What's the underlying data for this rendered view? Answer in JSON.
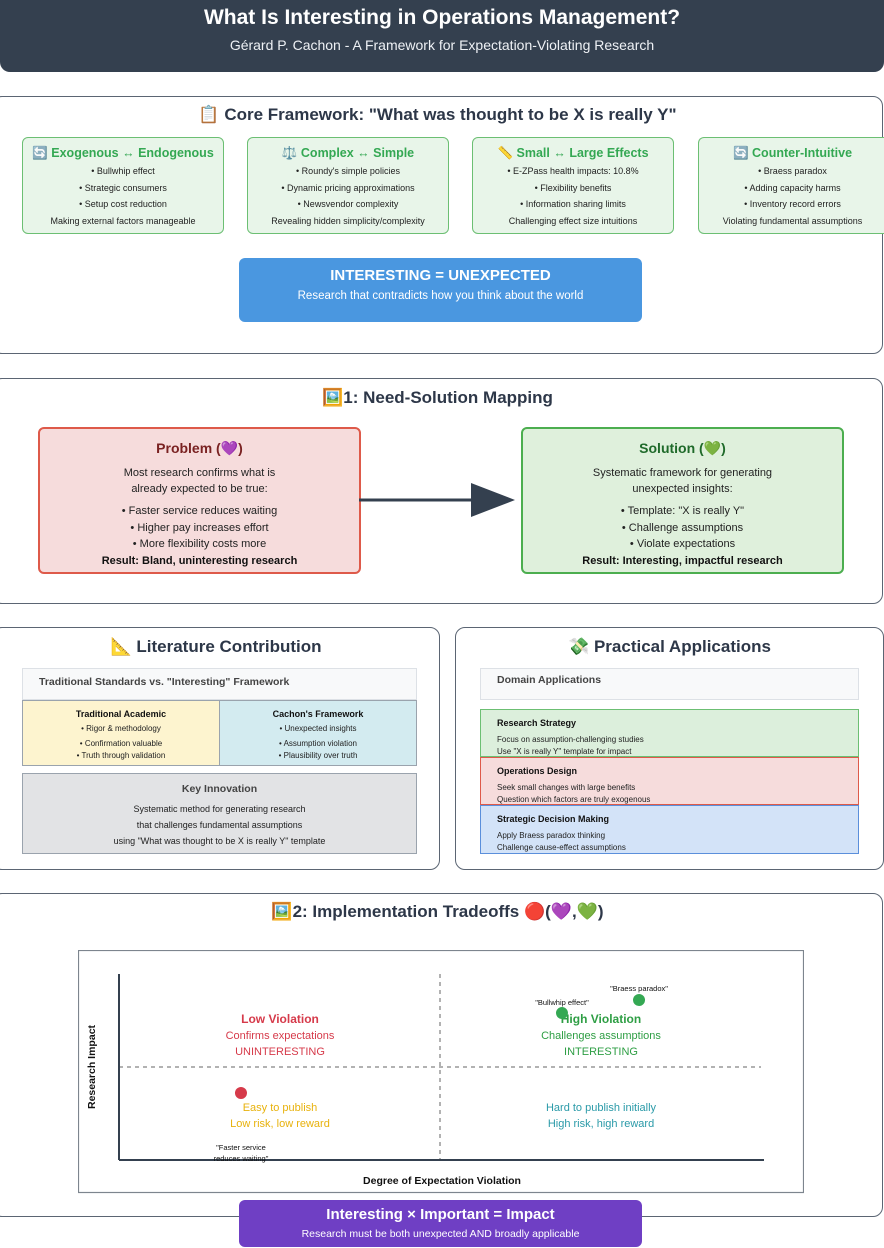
{
  "header": {
    "title": "What Is Interesting in Operations Management?",
    "subtitle": "Gérard P. Cachon - A Framework for Expectation-Violating Research"
  },
  "core": {
    "icon": "📋",
    "title": "Core Framework: \"What was thought to be X is really Y\"",
    "cards": [
      {
        "icon": "🔄",
        "title": "Exogenous ↔ Endogenous",
        "items": [
          "• Bullwhip effect",
          "• Strategic consumers",
          "• Setup cost reduction"
        ],
        "summary": "Making external factors manageable"
      },
      {
        "icon": "⚖️",
        "title": "Complex ↔ Simple",
        "items": [
          "• Roundy's simple policies",
          "• Dynamic pricing approximations",
          "• Newsvendor complexity"
        ],
        "summary": "Revealing hidden simplicity/complexity"
      },
      {
        "icon": "📏",
        "title": "Small ↔ Large Effects",
        "items": [
          "• E-ZPass health impacts: 10.8%",
          "• Flexibility benefits",
          "• Information sharing limits"
        ],
        "summary": "Challenging effect size intuitions"
      },
      {
        "icon": "🔄",
        "title": "Counter-Intuitive",
        "items": [
          "• Braess paradox",
          "• Adding capacity harms",
          "• Inventory record errors"
        ],
        "summary": "Violating fundamental assumptions"
      }
    ],
    "banner": {
      "title": "INTERESTING = UNEXPECTED",
      "subtitle": "Research that contradicts how you think about the world"
    }
  },
  "mapping": {
    "icon": "🖼️",
    "title": "1: Need-Solution Mapping",
    "problem": {
      "title": "Problem (",
      "icon": "💜",
      "close": ")",
      "intro1": "Most research confirms what is",
      "intro2": "already expected to be true:",
      "items": [
        "• Faster service reduces waiting",
        "• Higher pay increases effort",
        "• More flexibility costs more"
      ],
      "result": "Result: Bland, uninteresting research",
      "color": "#c0392b"
    },
    "solution": {
      "title": "Solution (",
      "icon": "💚",
      "close": ")",
      "intro1": "Systematic framework for generating",
      "intro2": "unexpected insights:",
      "items": [
        "• Template: \"X is really Y\"",
        "• Challenge assumptions",
        "• Violate expectations"
      ],
      "result": "Result: Interesting, impactful research",
      "color": "#2e7d32"
    }
  },
  "literature": {
    "icon": "📐",
    "title": "Literature Contribution",
    "table_title": "Traditional Standards vs. \"Interesting\" Framework",
    "traditional": {
      "title": "Traditional Academic",
      "items": [
        "• Rigor & methodology",
        "• Confirmation valuable",
        "• Truth through validation"
      ]
    },
    "cachon": {
      "title": "Cachon's Framework",
      "items": [
        "• Unexpected insights",
        "• Assumption violation",
        "• Plausibility over truth"
      ]
    },
    "innovation": {
      "title": "Key Innovation",
      "lines": [
        "Systematic method for generating research",
        "that challenges fundamental assumptions",
        "using \"What was thought to be X is really Y\" template"
      ]
    }
  },
  "applications": {
    "icon": "💸",
    "title": "Practical Applications",
    "header": "Domain Applications",
    "domains": [
      {
        "title": "Research Strategy",
        "lines": [
          "Focus on assumption-challenging studies",
          "Use \"X is really Y\" template for impact"
        ]
      },
      {
        "title": "Operations Design",
        "lines": [
          "Seek small changes with large benefits",
          "Question which factors are truly exogenous"
        ]
      },
      {
        "title": "Strategic Decision Making",
        "lines": [
          "Apply Braess paradox thinking",
          "Challenge cause-effect assumptions"
        ]
      }
    ]
  },
  "tradeoffs": {
    "icon": "🖼️",
    "title": "2: Implementation Tradeoffs ",
    "icons": [
      "🔴",
      "💜",
      "💚"
    ],
    "chart_data": {
      "type": "scatter",
      "xlabel": "Degree of Expectation Violation",
      "ylabel": "Research Impact",
      "quadrants": {
        "top_left": {
          "title": "Low Violation",
          "lines": [
            "Confirms expectations",
            "UNINTERESTING"
          ],
          "color": "#d63a4a"
        },
        "top_right": {
          "title": "High Violation",
          "lines": [
            "Challenges assumptions",
            "INTERESTING"
          ],
          "color": "#2e9e44"
        },
        "bottom_left": {
          "lines": [
            "Easy to publish",
            "Low risk, low reward"
          ],
          "color": "#e8b20d"
        },
        "bottom_right": {
          "lines": [
            "Hard to publish initially",
            "High risk, high reward"
          ],
          "color": "#2a9aa8"
        }
      },
      "points": [
        {
          "label": "\"Faster service reduces waiting\"",
          "label_lines": [
            "\"Faster service",
            "reduces waiting\""
          ],
          "x": 0.19,
          "y": 0.36,
          "color": "#d63a4a"
        },
        {
          "label": "\"Bullwhip effect\"",
          "label_lines": [
            "\"Bullwhip effect\""
          ],
          "x": 0.69,
          "y": 0.79,
          "color": "#34a853"
        },
        {
          "label": "\"Braess paradox\"",
          "label_lines": [
            "\"Braess paradox\""
          ],
          "x": 0.81,
          "y": 0.86,
          "color": "#34a853"
        }
      ]
    }
  },
  "bottom_banner": {
    "title": "Interesting × Important = Impact",
    "subtitle": "Research must be both unexpected AND broadly applicable"
  }
}
